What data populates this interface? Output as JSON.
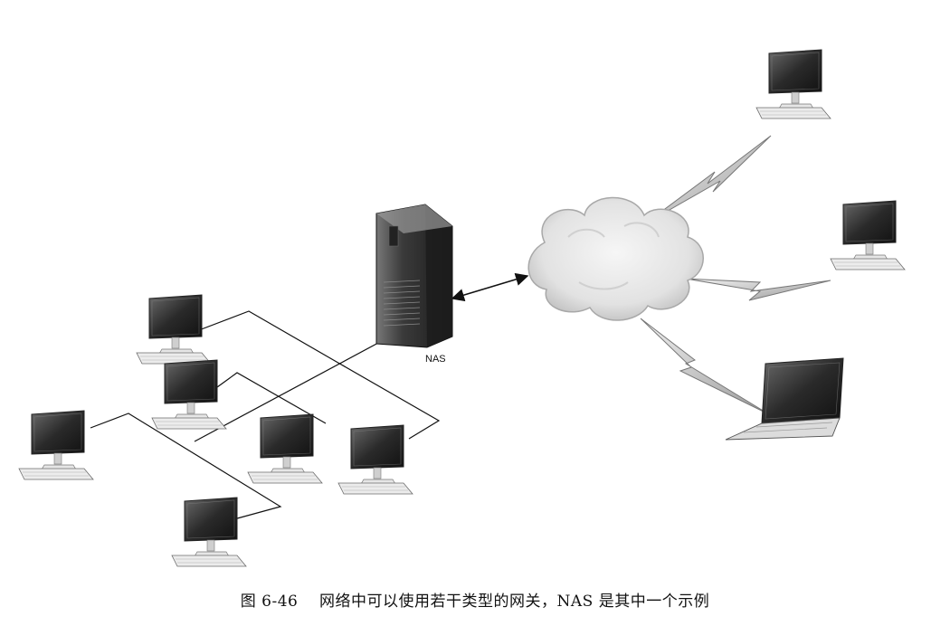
{
  "diagram": {
    "server_label": "NAS"
  },
  "caption": {
    "figure_number": "图 6-46",
    "text": "网络中可以使用若干类型的网关，NAS 是其中一个示例"
  },
  "icons": [
    "desktop-computer-icon",
    "laptop-computer-icon",
    "server-tower-icon",
    "cloud-icon",
    "lightning-link-icon",
    "double-arrow-icon"
  ],
  "colors": {
    "ink": "#111111",
    "cloud": "#e4e4e4",
    "screen": "#2a2a2a",
    "server": "#3a3a3a"
  }
}
